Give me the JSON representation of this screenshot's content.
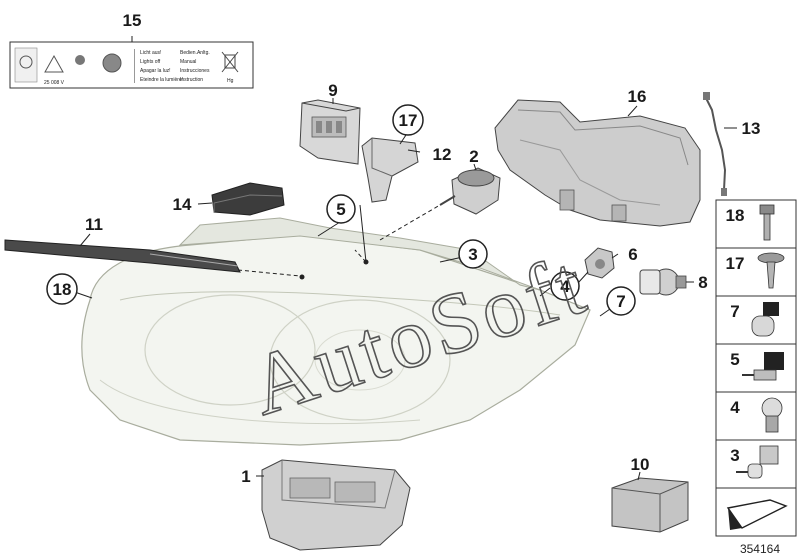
{
  "diagram_number": "354164",
  "watermark": "AutoSoft",
  "parts": {
    "p1": "1",
    "p2": "2",
    "p3": "3",
    "p4": "4",
    "p5": "5",
    "p6": "6",
    "p7": "7",
    "p8": "8",
    "p9": "9",
    "p10": "10",
    "p11": "11",
    "p12": "12",
    "p13": "13",
    "p14": "14",
    "p15": "15",
    "p16": "16",
    "p17": "17",
    "p18": "18"
  },
  "label_sticker": {
    "col1": [
      "Licht aus!",
      "Lights off",
      "Apagar la luz!",
      "Eteindre la lumière!"
    ],
    "col2": [
      "Bedien.Anltg.",
      "Manual",
      "Instrucciones",
      "Instruction"
    ],
    "code": "25 008 V",
    "hg": "Hg"
  },
  "sidebar": [
    {
      "num": "18",
      "icon": "bolt-icon"
    },
    {
      "num": "17",
      "icon": "screw-icon"
    },
    {
      "num": "7",
      "icon": "bulb-socket-icon"
    },
    {
      "num": "5",
      "icon": "bulb-holder-icon"
    },
    {
      "num": "4",
      "icon": "bulb-icon"
    },
    {
      "num": "3",
      "icon": "small-bulb-icon"
    }
  ],
  "colors": {
    "part_fill": "#d2d2d2",
    "part_dark": "#8a8a8a",
    "headlamp_fill": "#f2f4ef",
    "line": "#333333"
  }
}
